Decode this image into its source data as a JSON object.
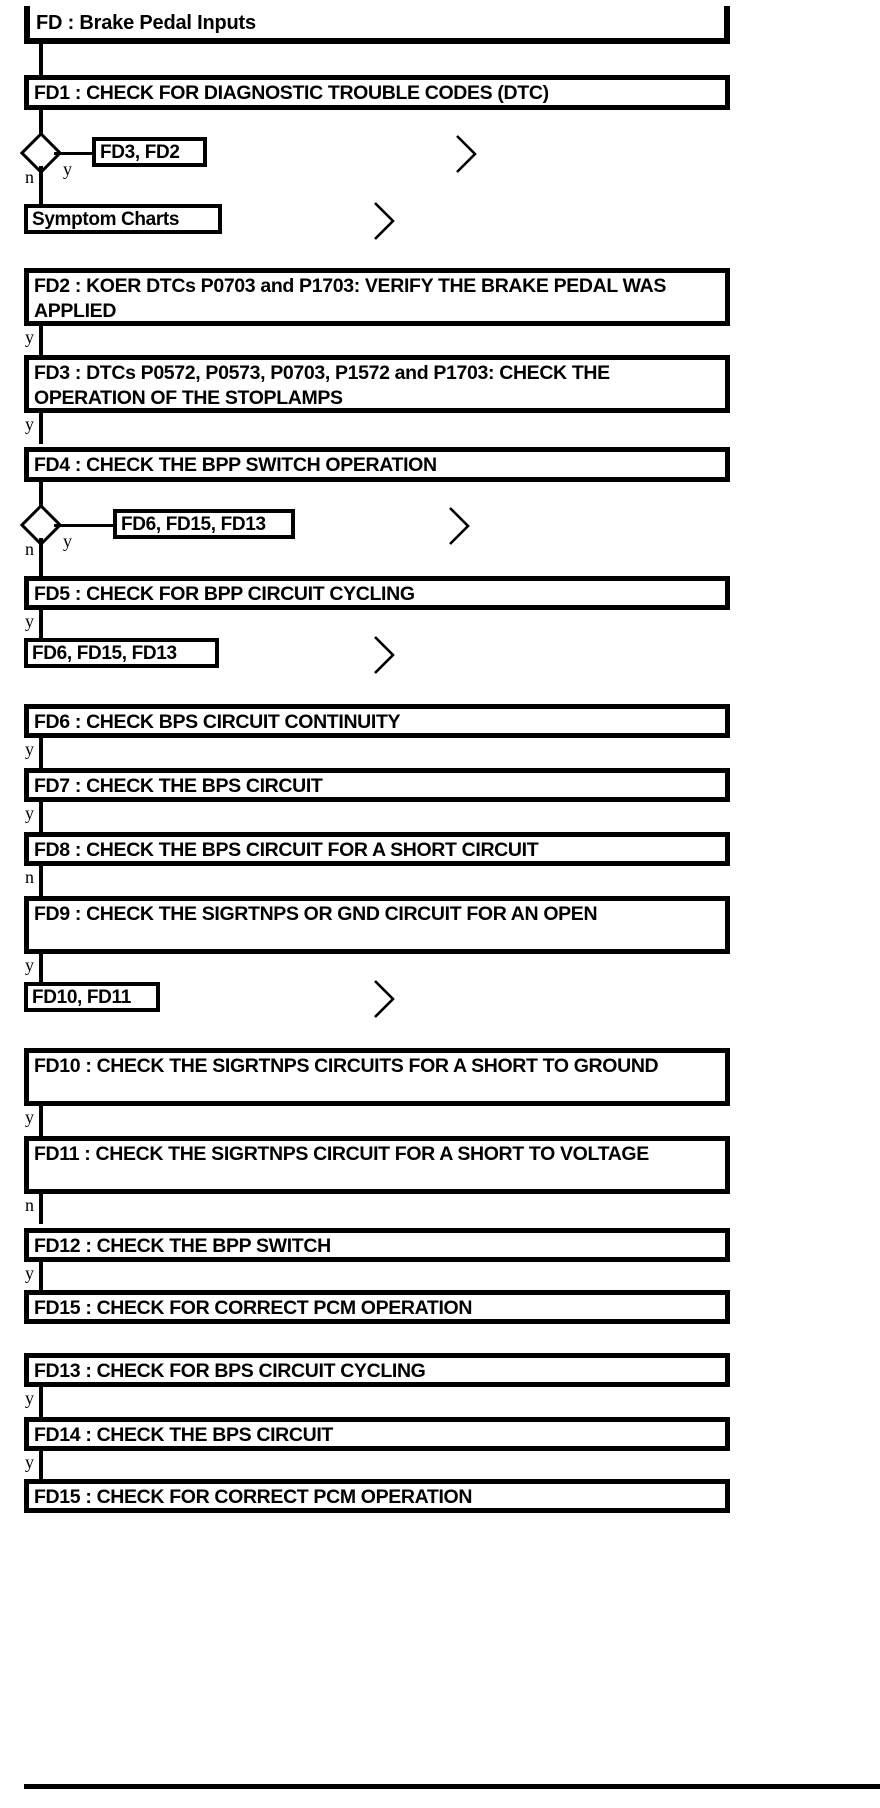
{
  "document": {
    "title": "FD : Brake Pedal Inputs",
    "type": "diagnostic-flowchart",
    "ink_color": "#000000",
    "paper_color": "#ffffff"
  },
  "header": {
    "label": "FD : Brake Pedal Inputs"
  },
  "branch_labels": {
    "yes": "y",
    "no": "n"
  },
  "icons": {
    "chevron": "chevron-right-icon",
    "decision": "decision-diamond-icon"
  },
  "steps": {
    "fd1": {
      "label": "FD1 : CHECK FOR DIAGNOSTIC TROUBLE CODES (DTC)"
    },
    "fd2": {
      "label": "FD2 : KOER DTCs P0703 and P1703: VERIFY THE BRAKE PEDAL WAS APPLIED"
    },
    "fd3": {
      "label": "FD3 : DTCs P0572, P0573, P0703, P1572 and P1703: CHECK THE OPERATION OF THE STOPLAMPS"
    },
    "fd4": {
      "label": "FD4 : CHECK THE BPP SWITCH OPERATION"
    },
    "fd5": {
      "label": "FD5 : CHECK FOR BPP CIRCUIT CYCLING"
    },
    "fd6": {
      "label": "FD6 : CHECK BPS CIRCUIT CONTINUITY"
    },
    "fd7": {
      "label": "FD7 : CHECK THE BPS CIRCUIT"
    },
    "fd8": {
      "label": "FD8 : CHECK THE BPS CIRCUIT FOR A SHORT CIRCUIT"
    },
    "fd9": {
      "label": "FD9 : CHECK THE SIGRTNPS OR GND CIRCUIT FOR AN OPEN"
    },
    "fd10": {
      "label": "FD10 : CHECK THE SIGRTNPS CIRCUITS FOR A SHORT TO GROUND"
    },
    "fd11": {
      "label": "FD11 : CHECK THE SIGRTNPS CIRCUIT FOR A SHORT TO VOLTAGE"
    },
    "fd12": {
      "label": "FD12 : CHECK THE BPP SWITCH"
    },
    "fd15a": {
      "label": "FD15 : CHECK FOR CORRECT PCM OPERATION"
    },
    "fd13": {
      "label": "FD13 : CHECK FOR BPS CIRCUIT CYCLING"
    },
    "fd14": {
      "label": "FD14 : CHECK THE BPS CIRCUIT"
    },
    "fd15b": {
      "label": "FD15 : CHECK FOR CORRECT PCM OPERATION"
    }
  },
  "refs": {
    "ref_fd3_fd2": {
      "label": "FD3, FD2"
    },
    "ref_symptom_charts": {
      "label": "Symptom Charts"
    },
    "ref_fd6_15_13_a": {
      "label": "FD6, FD15, FD13"
    },
    "ref_fd6_15_13_b": {
      "label": "FD6, FD15, FD13"
    },
    "ref_fd10_fd11": {
      "label": "FD10, FD11"
    }
  },
  "connectors": [
    {
      "from": "fd1",
      "to": "decision-1",
      "label": ""
    },
    {
      "from": "decision-1",
      "to": "ref_fd3_fd2",
      "label": "y"
    },
    {
      "from": "decision-1",
      "to": "ref_symptom_charts",
      "label": "n"
    },
    {
      "from": "fd2",
      "to": "fd3",
      "label": "y"
    },
    {
      "from": "fd3",
      "to": "fd4",
      "label": "y"
    },
    {
      "from": "fd4",
      "to": "decision-2",
      "label": ""
    },
    {
      "from": "decision-2",
      "to": "ref_fd6_15_13_a",
      "label": "y"
    },
    {
      "from": "decision-2",
      "to": "fd5",
      "label": "n"
    },
    {
      "from": "fd5",
      "to": "ref_fd6_15_13_b",
      "label": "y"
    },
    {
      "from": "fd6",
      "to": "fd7",
      "label": "y"
    },
    {
      "from": "fd7",
      "to": "fd8",
      "label": "y"
    },
    {
      "from": "fd8",
      "to": "fd9",
      "label": "n"
    },
    {
      "from": "fd9",
      "to": "ref_fd10_fd11",
      "label": "y"
    },
    {
      "from": "fd10",
      "to": "fd11",
      "label": "y"
    },
    {
      "from": "fd11",
      "to": "fd12",
      "label": "n"
    },
    {
      "from": "fd12",
      "to": "fd15a",
      "label": "y"
    },
    {
      "from": "fd13",
      "to": "fd14",
      "label": "y"
    },
    {
      "from": "fd14",
      "to": "fd15b",
      "label": "y"
    }
  ]
}
